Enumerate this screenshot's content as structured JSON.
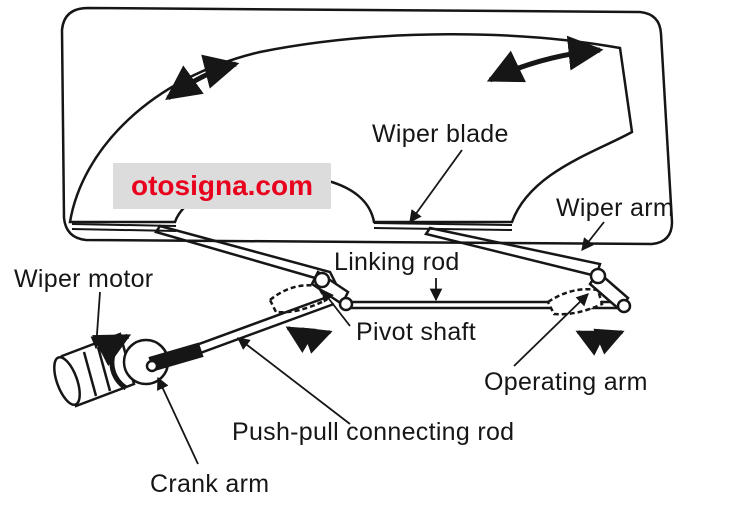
{
  "watermark": {
    "text": "otosigna.com",
    "color": "#e8001c",
    "background": "#dcdcdc"
  },
  "labels": {
    "wiper_blade": "Wiper blade",
    "wiper_arm": "Wiper arm",
    "linking_rod": "Linking rod",
    "wiper_motor": "Wiper motor",
    "pivot_shaft": "Pivot shaft",
    "operating_arm": "Operating arm",
    "push_pull_connecting_rod": "Push-pull connecting rod",
    "crank_arm": "Crank arm"
  },
  "colors": {
    "line": "#161616",
    "background": "#ffffff"
  }
}
